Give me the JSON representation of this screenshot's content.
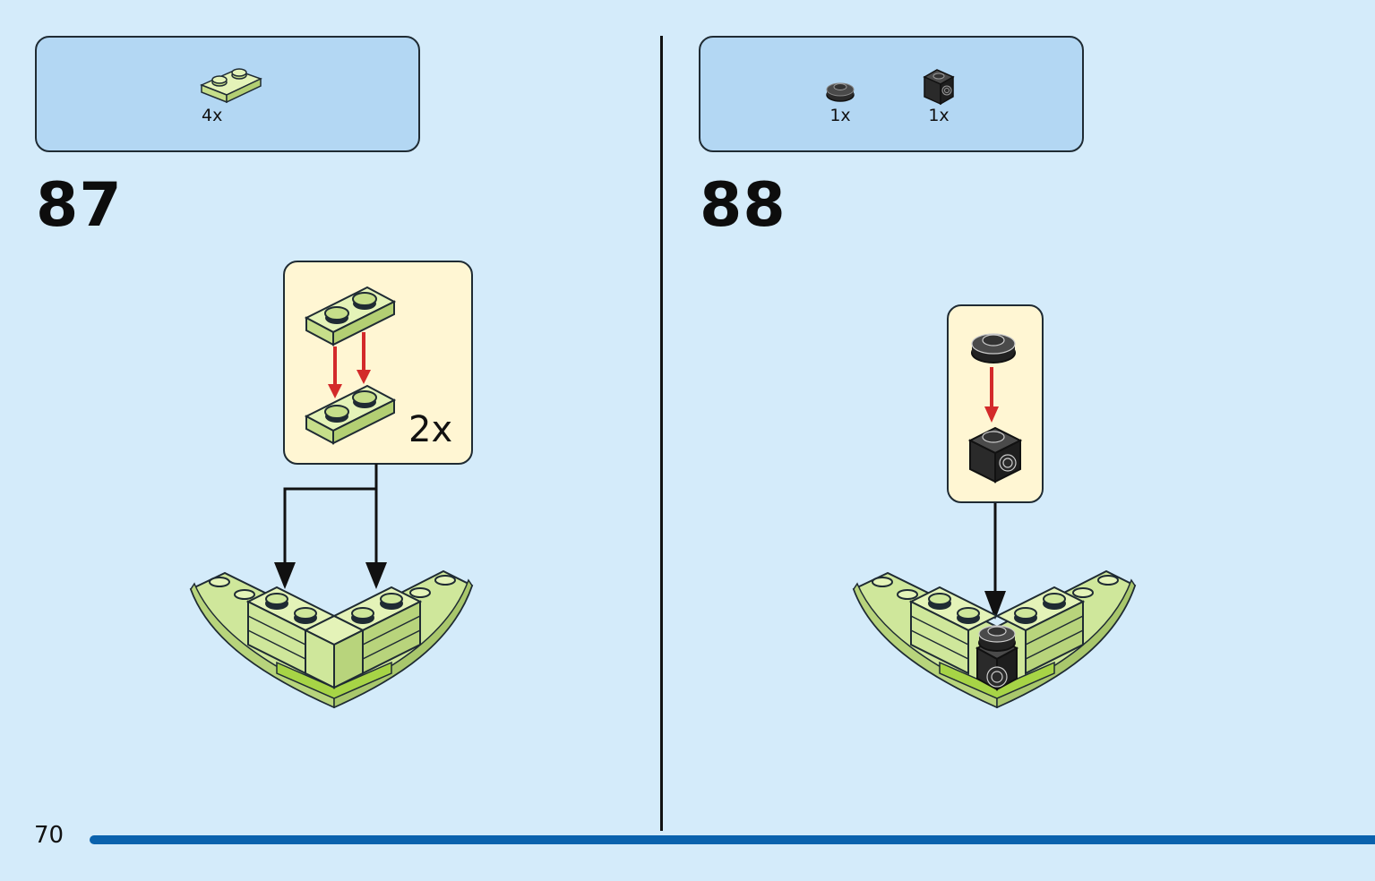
{
  "page": {
    "number": "70",
    "accent_bar_color": "#0a62ad",
    "background": "#d4ebfa"
  },
  "steps": [
    {
      "number": "87",
      "parts": [
        {
          "icon": "lime-plate-1x2-icon",
          "qty": "4x"
        }
      ],
      "callout": {
        "multiplier": "2x"
      }
    },
    {
      "number": "88",
      "parts": [
        {
          "icon": "black-round-plate-icon",
          "qty": "1x"
        },
        {
          "icon": "black-brick-with-stud-side-icon",
          "qty": "1x"
        }
      ]
    }
  ],
  "colors": {
    "lime": "#d2ea9c",
    "bright_green": "#a7d446",
    "callout_bg": "#fff6d3",
    "arrow_red": "#d32a2a"
  }
}
